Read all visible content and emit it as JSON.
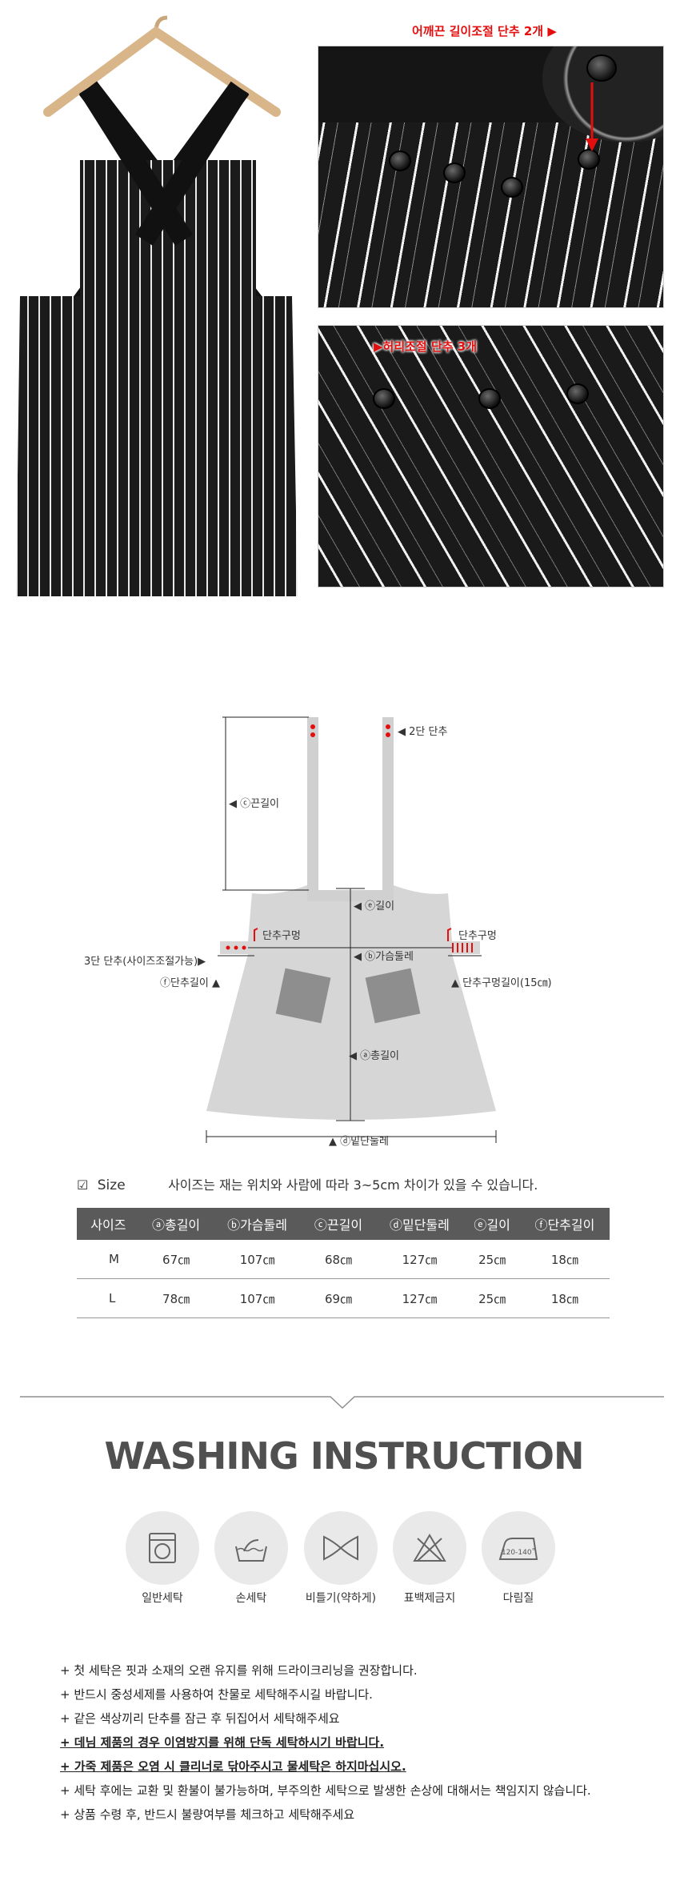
{
  "photos": {
    "shoulder_label": "어깨끈 길이조절 단추 2개 ▶",
    "waist_label": "▶허리조절 단추 3개"
  },
  "diagram": {
    "button_2": "◀ 2단 단추",
    "strap_length": "◀ ⓒ끈길이",
    "length_e": "◀ ⓔ길이",
    "button_hole_left": "단추구멍",
    "button_hole_right": "단추구멍",
    "chest": "◀ ⓑ가슴둘레",
    "button_3": "3단 단추(사이즈조절가능)▶",
    "button_length_f": "ⓕ단추길이 ▲",
    "hole_length": "▲ 단추구멍길이(15㎝)",
    "total_length": "◀ ⓐ총길이",
    "hem": "▲ ⓓ밑단둘레"
  },
  "size": {
    "title": "Size",
    "note": "사이즈는 재는 위치와 사람에 따라 3~5cm 차이가 있을 수 있습니다.",
    "headers": [
      "사이즈",
      "ⓐ총길이",
      "ⓑ가슴둘레",
      "ⓒ끈길이",
      "ⓓ밑단둘레",
      "ⓔ길이",
      "ⓕ단추길이"
    ],
    "rows": [
      [
        "M",
        "67㎝",
        "107㎝",
        "68㎝",
        "127㎝",
        "25㎝",
        "18㎝"
      ],
      [
        "L",
        "78㎝",
        "107㎝",
        "69㎝",
        "127㎝",
        "25㎝",
        "18㎝"
      ]
    ]
  },
  "washing": {
    "title": "WASHING INSTRUCTION",
    "items": [
      {
        "icon": "washing-machine-icon",
        "label": "일반세탁"
      },
      {
        "icon": "hand-wash-icon",
        "label": "손세탁"
      },
      {
        "icon": "gentle-twist-icon",
        "label": "비틀기(약하게)"
      },
      {
        "icon": "no-bleach-icon",
        "label": "표백제금지"
      },
      {
        "icon": "iron-icon",
        "label": "다림질",
        "badge": "120-140˚"
      }
    ],
    "notes": [
      "+ 첫 세탁은 핏과 소재의 오랜 유지를 위해 드라이크리닝을 권장합니다.",
      "+ 반드시 중성세제를 사용하여 찬물로 세탁해주시길 바랍니다.",
      "+ 같은 색상끼리 단추를 잠근 후 뒤집어서 세탁해주세요",
      "+ 데님 제품의 경우 이염방지를 위해 단독 세탁하시기 바랍니다.",
      "+ 가죽 제품은 오염 시 클리너로 닦아주시고 물세탁은 하지마십시오.",
      "+ 세탁 후에는 교환 및 환불이 불가능하며, 부주의한 세탁으로 발생한 손상에 대해서는 책임지지 않습니다.",
      "+ 상품 수령 후, 반드시 불량여부를 체크하고 세탁해주세요"
    ]
  },
  "colors": {
    "accent_red": "#e30f0f",
    "table_header": "#5a5a5a",
    "icon_circle": "#e9e9e9"
  }
}
